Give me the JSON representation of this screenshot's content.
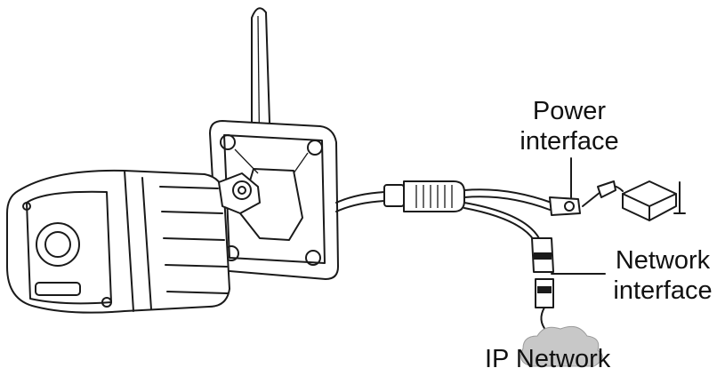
{
  "labels": {
    "power_line1": "Power",
    "power_line2": "interface",
    "network_line1": "Network",
    "network_line2": "interface",
    "ip_network": "IP Network"
  },
  "colors": {
    "line": "#1a1a1a",
    "cloud": "#c8c8c8",
    "background": "#ffffff"
  }
}
